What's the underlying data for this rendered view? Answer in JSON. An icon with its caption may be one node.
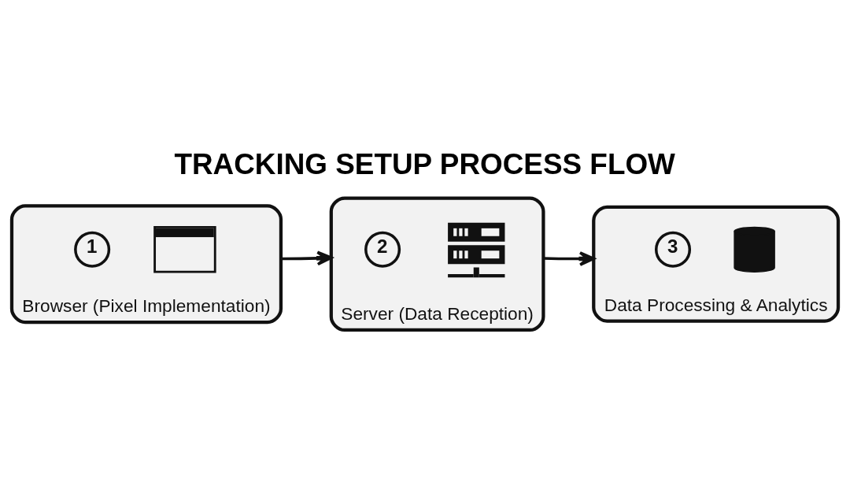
{
  "diagram": {
    "title": "TRACKING SETUP PROCESS FLOW",
    "nodes": [
      {
        "text": [
          "Browser (Pixel Implementation)"
        ]
      },
      {
        "text": [
          "1"
        ],
        "in": 0
      },
      {
        "text": [],
        "shape": "picture",
        "in": 0
      },
      {
        "text": [
          "Server (Data Reception)"
        ]
      },
      {
        "text": [
          "2"
        ],
        "in": 3
      },
      {
        "text": [],
        "shape": "picture",
        "in": 3
      },
      {
        "text": [
          "Data Processing & Analytics"
        ]
      },
      {
        "text": [
          "3"
        ],
        "in": 6
      },
      {
        "text": [],
        "shape": "picture",
        "in": 6
      }
    ],
    "edges": [
      {
        "from": 0,
        "to": 3,
        "arrow": "to"
      },
      {
        "from": 3,
        "to": 6,
        "arrow": "to"
      }
    ]
  }
}
